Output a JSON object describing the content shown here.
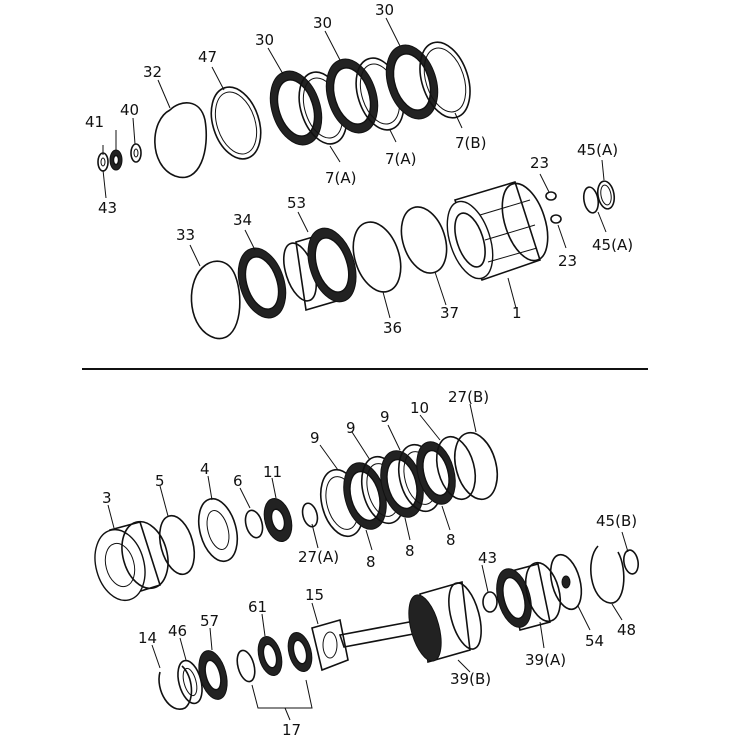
{
  "labels": {
    "l1": "1",
    "l3": "3",
    "l4": "4",
    "l5": "5",
    "l6": "6",
    "l7a": "7(A)",
    "l7b": "7(B)",
    "l8": "8",
    "l9": "9",
    "l10": "10",
    "l11": "11",
    "l14": "14",
    "l15": "15",
    "l17": "17",
    "l23": "23",
    "l27a": "27(A)",
    "l27b": "27(B)",
    "l30": "30",
    "l32": "32",
    "l33": "33",
    "l34": "34",
    "l36": "36",
    "l37": "37",
    "l39a": "39(A)",
    "l39b": "39(B)",
    "l40": "40",
    "l41": "41",
    "l43": "43",
    "l45a": "45(A)",
    "l45b": "45(B)",
    "l46": "46",
    "l47": "47",
    "l48": "48",
    "l53": "53",
    "l54": "54",
    "l57": "57",
    "l61": "61"
  }
}
